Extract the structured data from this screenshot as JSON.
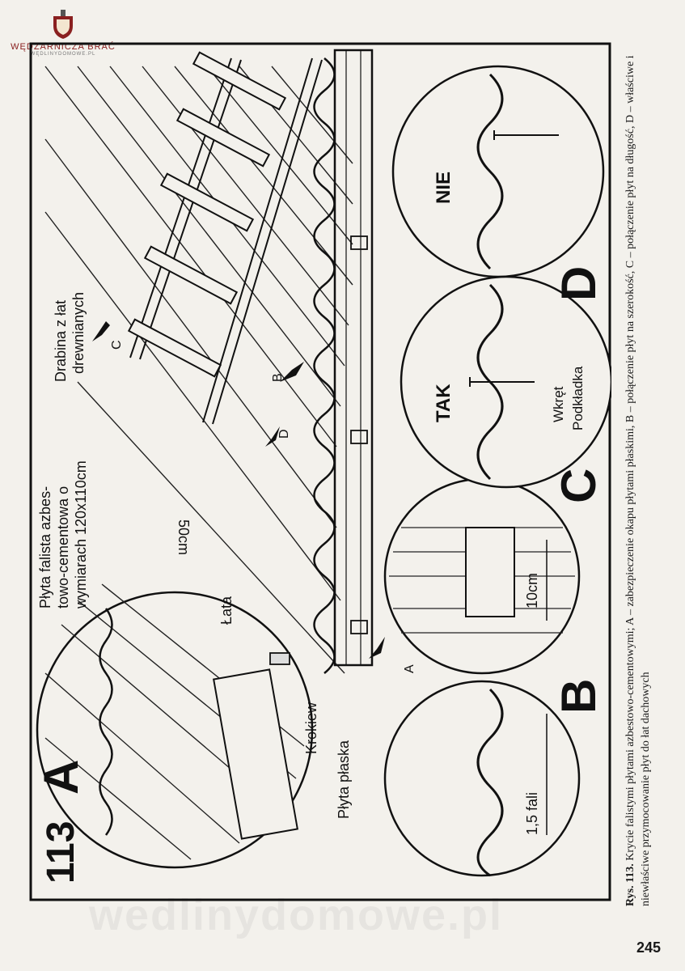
{
  "logo": {
    "brand": "WĘDZARNICZA BRAĆ",
    "domain": "WĘDLINYDOMOWE.PL"
  },
  "figure": {
    "number": "113",
    "panel_letters": {
      "a": "A",
      "b": "B",
      "c": "C",
      "d": "D"
    },
    "labels": {
      "plate": "Płyta falista azbesto-cementowa o wymiarach 120x110cm",
      "plate_line1": "Płyta falista azbes-",
      "plate_line2": "towo-cementowa o",
      "plate_line3": "wymiarach 120x110cm",
      "ladder_line1": "Drabina z łat",
      "ladder_line2": "drewnianych",
      "distance": "50cm",
      "batten": "Łata",
      "rafter": "Krokiew",
      "flat_plate": "Płyta płaska",
      "overlap_width": "1,5 fali",
      "overlap_length": "10cm",
      "screw": "Wkręt",
      "washer": "Podkładka",
      "yes": "TAK",
      "no": "NIE",
      "arrow_a": "A",
      "arrow_b": "B",
      "arrow_c": "C",
      "arrow_d": "D"
    }
  },
  "caption": {
    "prefix": "Rys. 113.",
    "text": "Krycie falistymi płytami azbestowo-cementowymi; A – zabezpieczenie okapu płytami płaskimi, B – połączenie płyt na szerokość, C – połączenie płyt na długość, D – właściwe i niewłaściwe przymocowanie płyt do łat dachowych"
  },
  "page_number": "245",
  "watermark": "wedlinydomowe.pl"
}
